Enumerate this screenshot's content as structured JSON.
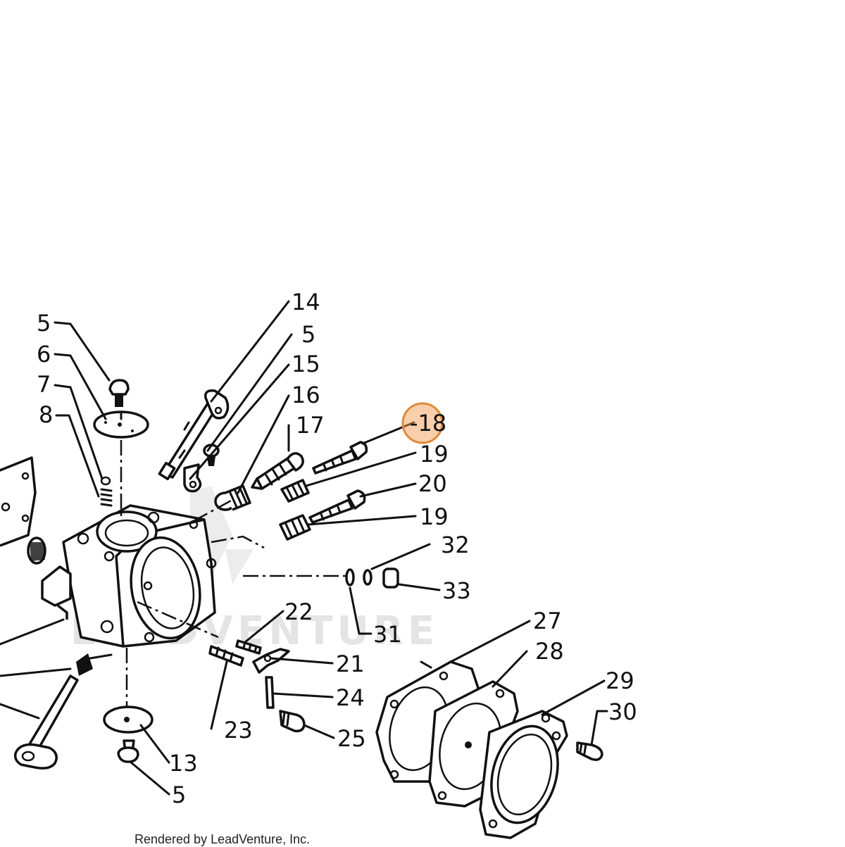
{
  "callouts": [
    {
      "label": "5"
    },
    {
      "label": "6"
    },
    {
      "label": "7"
    },
    {
      "label": "8"
    },
    {
      "label": "14"
    },
    {
      "label": "5"
    },
    {
      "label": "15"
    },
    {
      "label": "16"
    },
    {
      "label": "17"
    },
    {
      "label": "-18"
    },
    {
      "label": "19"
    },
    {
      "label": "20"
    },
    {
      "label": "19"
    },
    {
      "label": "32"
    },
    {
      "label": "33"
    },
    {
      "label": "31"
    },
    {
      "label": "22"
    },
    {
      "label": "21"
    },
    {
      "label": "24"
    },
    {
      "label": "25"
    },
    {
      "label": "23"
    },
    {
      "label": "27"
    },
    {
      "label": "28"
    },
    {
      "label": "29"
    },
    {
      "label": "30"
    },
    {
      "label": "13"
    },
    {
      "label": "5"
    }
  ],
  "highlighted_callout": "-18",
  "highlight_color": "#f2a055",
  "watermark": "LEADVENTURE",
  "footer": "Rendered by LeadVenture, Inc."
}
